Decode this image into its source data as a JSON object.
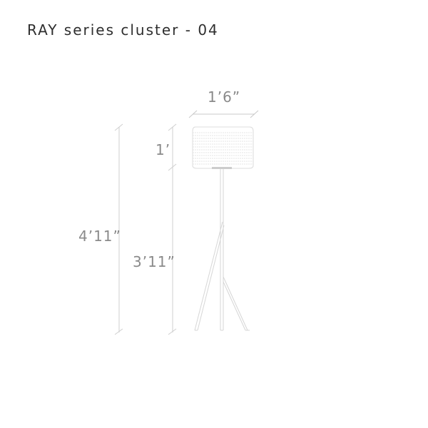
{
  "title": "RAY series cluster - 04",
  "dimensions": {
    "shade_width": "1’6”",
    "shade_height": "1’",
    "total_height": "4’11”",
    "base_height": "3’11”"
  },
  "colors": {
    "title": "#2e2e2e",
    "dimension_text": "#8a8a8a",
    "dimension_lines": "#cfcfcf",
    "lamp_outline": "#d6d6d6"
  }
}
